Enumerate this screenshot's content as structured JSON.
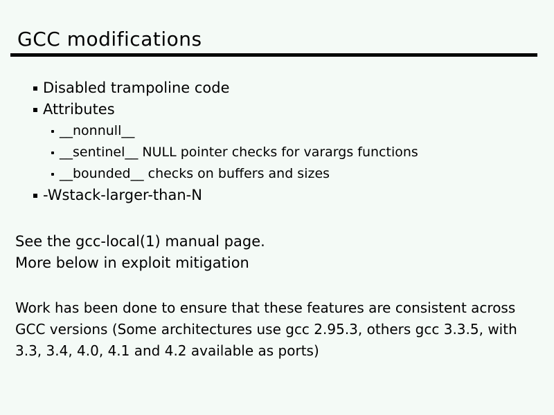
{
  "slide": {
    "title": "GCC modifications",
    "bullets": [
      {
        "level": 1,
        "text": "Disabled trampoline code"
      },
      {
        "level": 1,
        "text": "Attributes"
      },
      {
        "level": 2,
        "text": "__nonnull__"
      },
      {
        "level": 2,
        "text": "__sentinel__ NULL pointer checks for varargs functions"
      },
      {
        "level": 2,
        "text": "__bounded__ checks on buffers and sizes"
      },
      {
        "level": 1,
        "text": "-Wstack-larger-than-N"
      }
    ],
    "notes": [
      "See the gcc-local(1) manual page.",
      "More below in exploit mitigation"
    ],
    "paragraph_lines": [
      "Work has been done to ensure that these features are consistent across",
      "GCC versions (Some architectures use gcc 2.95.3, others gcc 3.3.5, with",
      "3.3, 3.4, 4.0, 4.1 and 4.2 available as ports)"
    ],
    "colors": {
      "background": "#f4faf6",
      "text": "#000000",
      "rule": "#000000"
    }
  }
}
